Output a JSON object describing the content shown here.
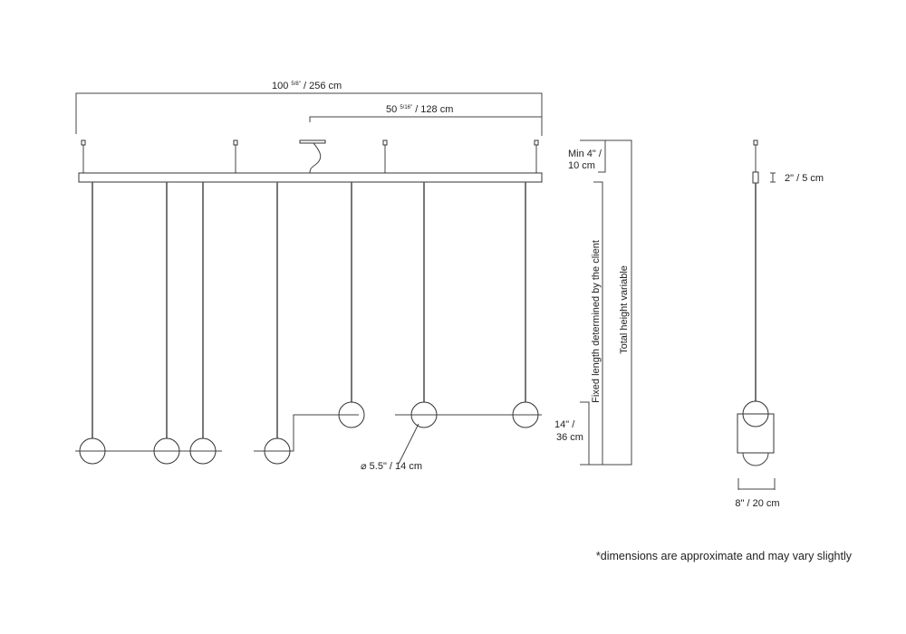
{
  "dimensions": {
    "total_width_whole": "100",
    "total_width_frac": "5/8\"",
    "total_width_metric": "/  256 cm",
    "half_width_whole": "50",
    "half_width_frac": "5/16\"",
    "half_width_metric": "/ 128 cm",
    "min_drop_line1": "Min 4\"  /",
    "min_drop_line2": "10 cm",
    "fixed_length": "Fixed length determined by the client",
    "total_height": "Total height variable",
    "globe_offset_line1": "14\" /",
    "globe_offset_line2": "36 cm",
    "globe_diameter": "⌀ 5.5\" / 14 cm",
    "connector_height": "2\" / 5 cm",
    "side_width": "8\"  /  20 cm"
  },
  "footnote": "*dimensions are approximate and may vary slightly"
}
